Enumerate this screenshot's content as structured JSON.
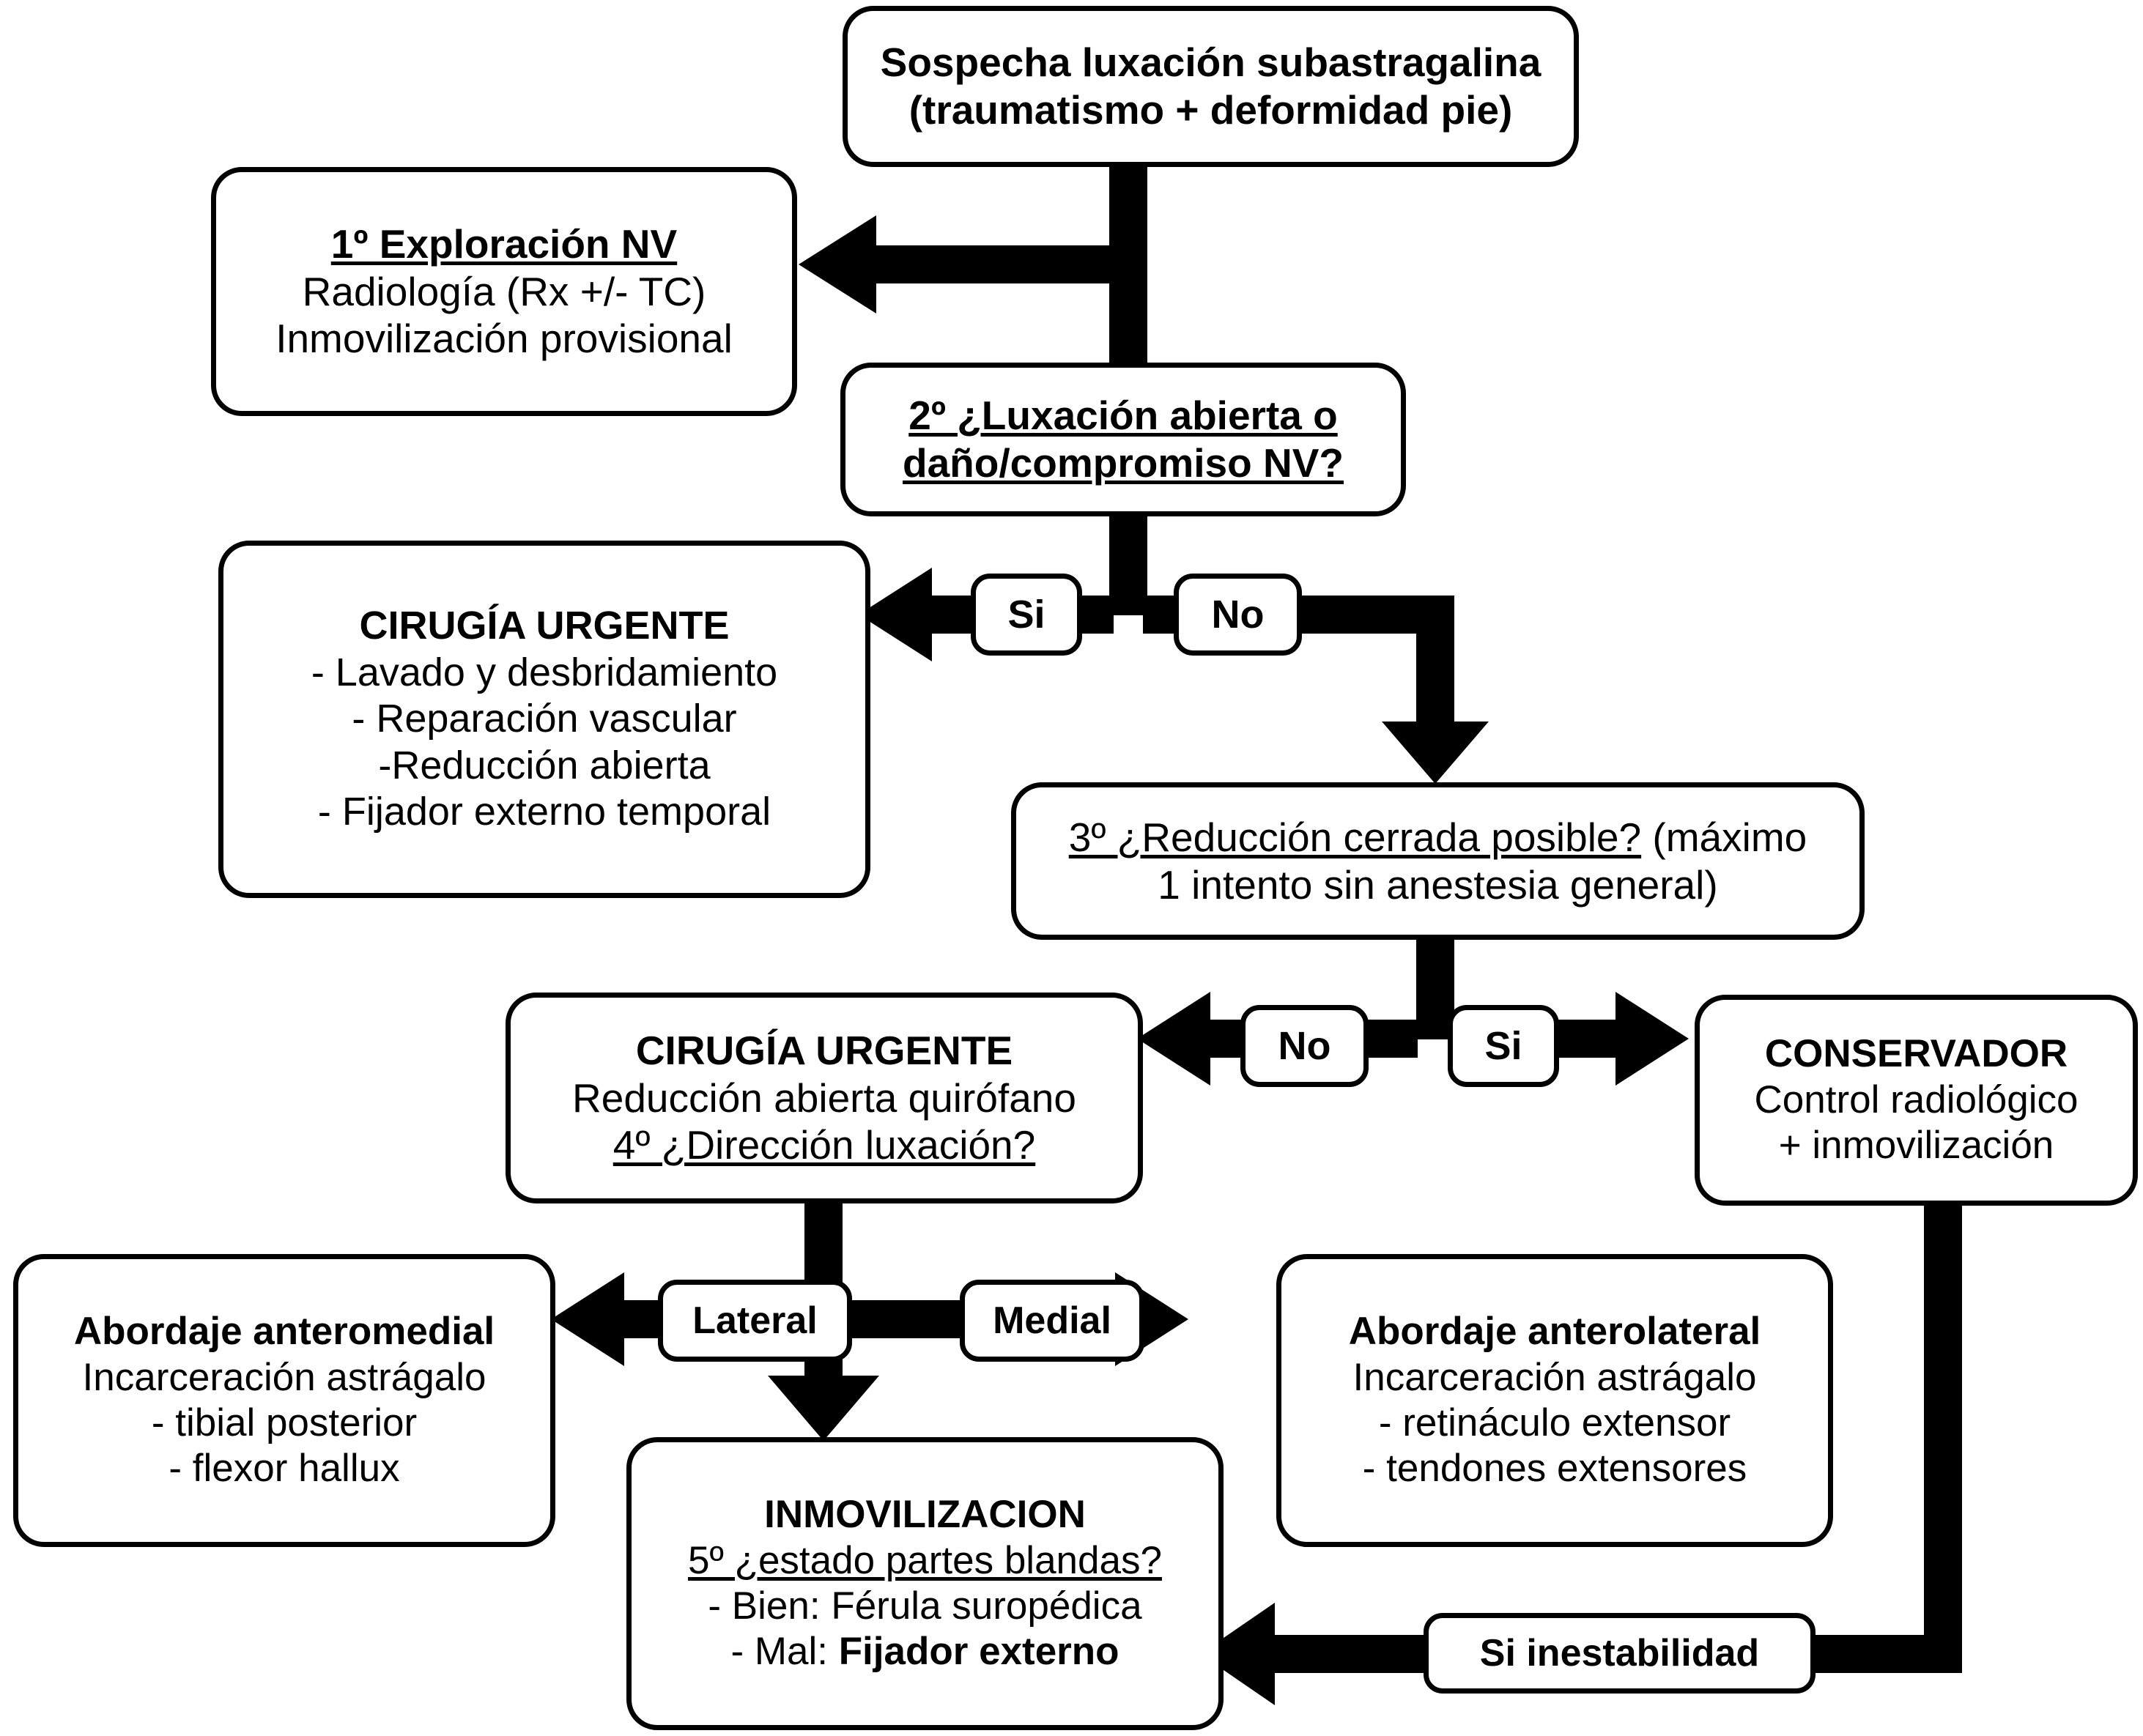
{
  "diagram": {
    "title": "Algoritmo de manejo de la luxación subastragalina",
    "language": "es",
    "ink_color": "#000000",
    "background_color": "#ffffff"
  },
  "nodes": {
    "sospecha": {
      "lines": [
        "Sospecha luxación subastragalina",
        "(traumatismo + deformidad pie)"
      ]
    },
    "exploracion": {
      "lines": [
        "1º Exploración NV",
        "Radiología (Rx +/- TC)",
        "Inmovilización provisional"
      ]
    },
    "luxacion_abierta": {
      "lines": [
        "2º ¿Luxación abierta o",
        "daño/compromiso NV?"
      ]
    },
    "cirugia_urgente_1": {
      "lines": [
        "CIRUGÍA URGENTE",
        "- Lavado y desbridamiento",
        "- Reparación vascular",
        "-Reducción abierta",
        "- Fijador externo temporal"
      ]
    },
    "reduccion_cerrada": {
      "lines": [
        "3º ¿Reducción cerrada posible?",
        " (máximo",
        "1 intento sin anestesia general)"
      ]
    },
    "cirugia_urgente_2": {
      "lines": [
        "CIRUGÍA URGENTE",
        "Reducción abierta quirófano",
        "4º ¿Dirección luxación?"
      ]
    },
    "conservador": {
      "lines": [
        "CONSERVADOR",
        "Control radiológico",
        "+ inmovilización"
      ]
    },
    "abordaje_anteromedial": {
      "lines": [
        "Abordaje anteromedial",
        "Incarceración astrágalo",
        "- tibial posterior",
        "- flexor hallux"
      ]
    },
    "abordaje_anterolateral": {
      "lines": [
        "Abordaje anterolateral",
        "Incarceración astrágalo",
        "- retináculo extensor",
        "- tendones extensores"
      ]
    },
    "inmovilizacion": {
      "lines": [
        "INMOVILIZACION",
        "5º ¿estado partes blandas?",
        "- Bien: Férula suropédica",
        "- Mal: ",
        "Fijador externo"
      ]
    }
  },
  "edge_labels": {
    "si_1": "Si",
    "no_1": "No",
    "no_2": "No",
    "si_2": "Si",
    "lateral": "Lateral",
    "medial": "Medial",
    "si_inestabilidad": "Si inestabilidad"
  }
}
